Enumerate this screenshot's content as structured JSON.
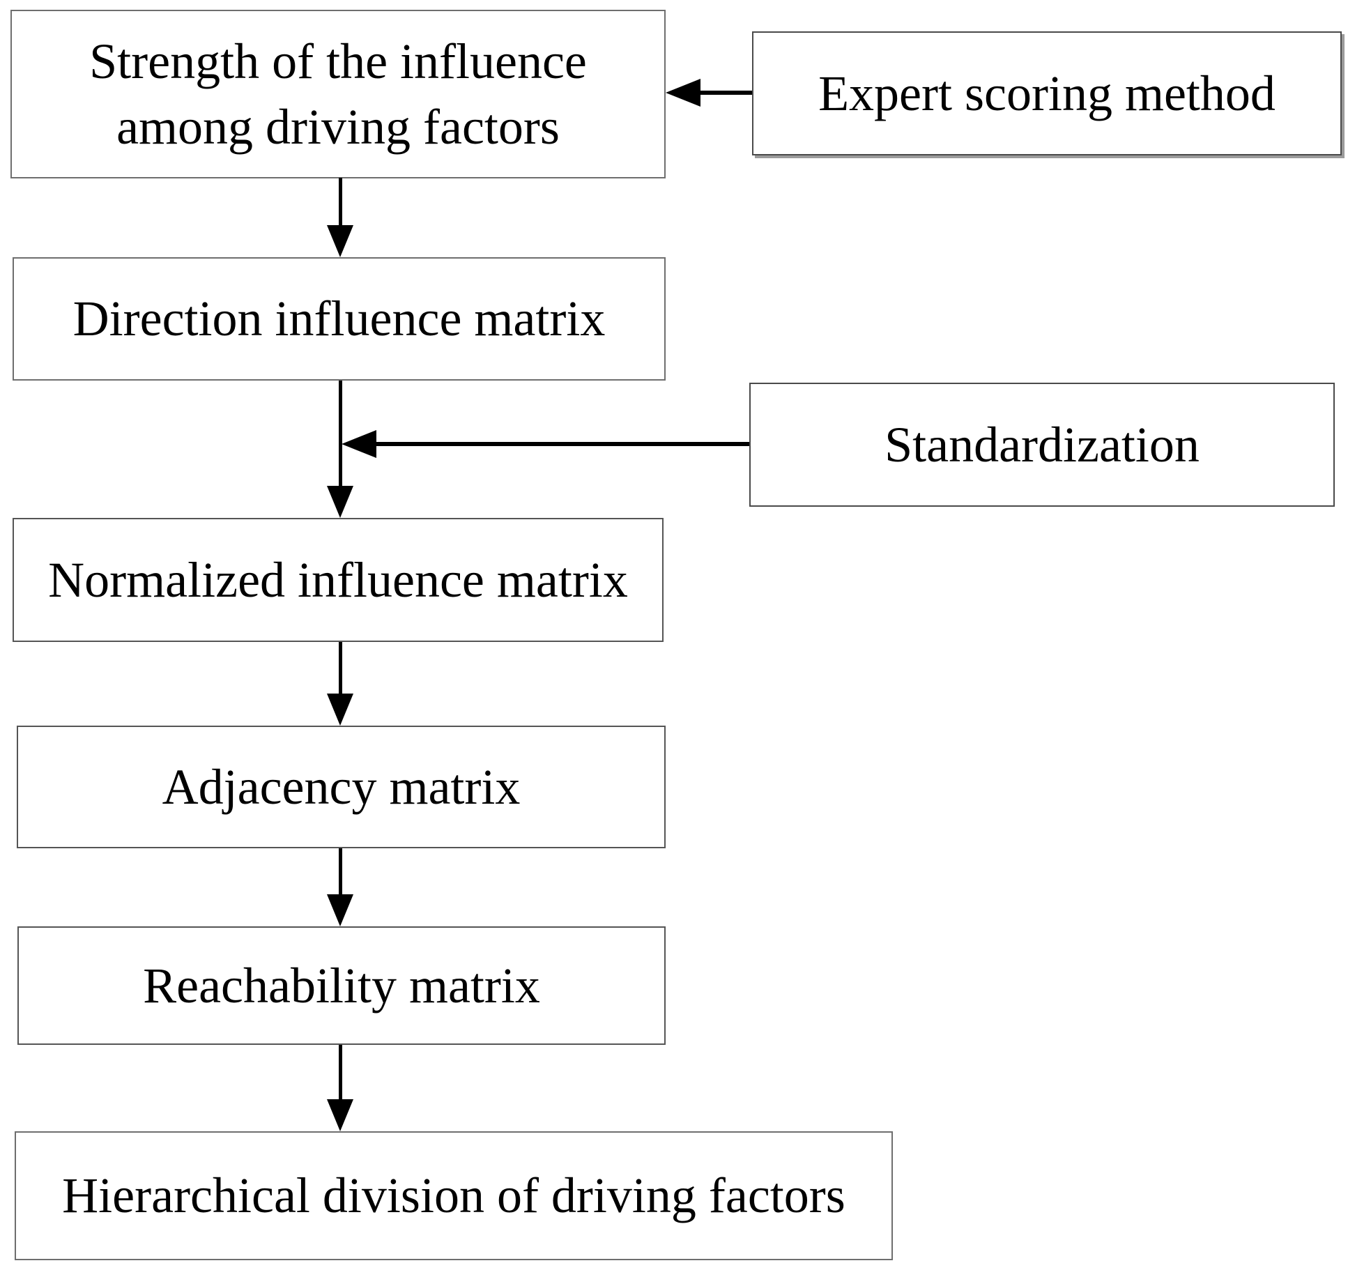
{
  "figure": {
    "type": "flowchart",
    "background_color": "#ffffff",
    "box_fill_color": "#ffffff",
    "box_border_color": "#6e6e6e",
    "arrow_color": "#000000",
    "text_color": "#000000"
  },
  "nodes": {
    "strength": {
      "label": "Strength of the influence\namong driving factors"
    },
    "expert": {
      "label": "Expert scoring method"
    },
    "direction": {
      "label": "Direction influence matrix"
    },
    "standardization": {
      "label": "Standardization"
    },
    "normalized": {
      "label": "Normalized influence matrix"
    },
    "adjacency": {
      "label": "Adjacency matrix"
    },
    "reachability": {
      "label": "Reachability matrix"
    },
    "hierarchical": {
      "label": "Hierarchical division of driving factors"
    }
  },
  "edges": [
    {
      "from": "expert",
      "to": "strength",
      "direction": "left"
    },
    {
      "from": "strength",
      "to": "direction",
      "direction": "down"
    },
    {
      "from": "direction",
      "to": "normalized",
      "direction": "down"
    },
    {
      "from": "standardization",
      "to": "direction-normalized-connector",
      "direction": "left"
    },
    {
      "from": "normalized",
      "to": "adjacency",
      "direction": "down"
    },
    {
      "from": "adjacency",
      "to": "reachability",
      "direction": "down"
    },
    {
      "from": "reachability",
      "to": "hierarchical",
      "direction": "down"
    }
  ]
}
